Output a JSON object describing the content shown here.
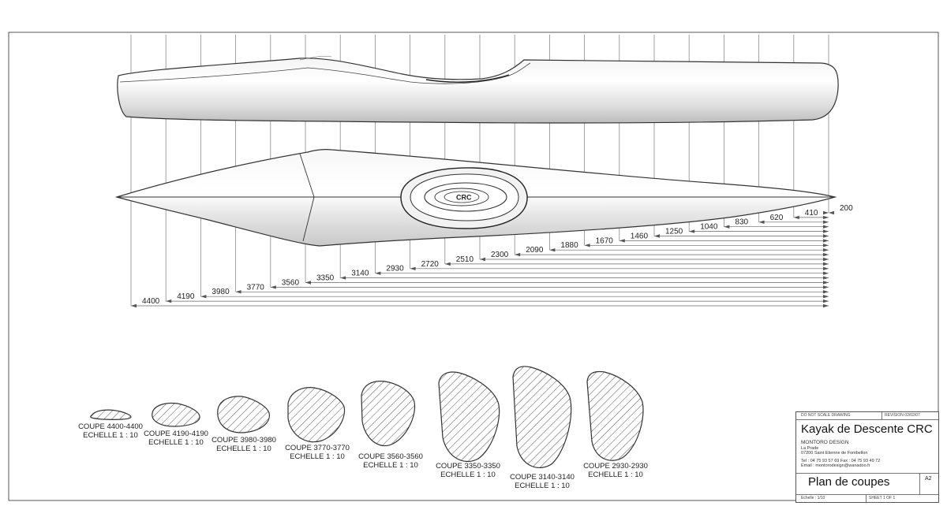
{
  "stations": [
    4400,
    4190,
    3980,
    3770,
    3560,
    3350,
    3140,
    2930,
    2720,
    2510,
    2300,
    2090,
    1880,
    1670,
    1460,
    1250,
    1040,
    830,
    620,
    410,
    200
  ],
  "dimension_labels": [
    "4400",
    "4190",
    "3980",
    "3770",
    "3560",
    "3350",
    "3140",
    "2930",
    "2720",
    "2510",
    "2300",
    "2090",
    "1880",
    "1670",
    "1460",
    "1250",
    "1040",
    "830",
    "620",
    "410",
    "200"
  ],
  "hull_logo": "CRC",
  "sections": [
    {
      "title": "COUPE 4400-4400",
      "scale": "ECHELLE 1 : 10"
    },
    {
      "title": "COUPE 4190-4190",
      "scale": "ECHELLE 1 : 10"
    },
    {
      "title": "COUPE 3980-3980",
      "scale": "ECHELLE 1 : 10"
    },
    {
      "title": "COUPE 3770-3770",
      "scale": "ECHELLE 1 : 10"
    },
    {
      "title": "COUPE 3560-3560",
      "scale": "ECHELLE 1 : 10"
    },
    {
      "title": "COUPE 3350-3350",
      "scale": "ECHELLE 1 : 10"
    },
    {
      "title": "COUPE 3140-3140",
      "scale": "ECHELLE 1 : 10"
    },
    {
      "title": "COUPE 2930-2930",
      "scale": "ECHELLE 1 : 10"
    }
  ],
  "title_block": {
    "do_not_scale": "DO NOT SCALE DRAWING",
    "revision": "REVISION 02/02/07",
    "title": "Kayak de Descente CRC",
    "company": "MONTORO DESIGN",
    "address_1": "La Prade",
    "address_2": "07200 Saint Etienne de Fontbellon",
    "phone": "Tel : 04 75 93 57 69 Fax : 04 75 93 49 72",
    "email": "Email : montorodesign@wanadoo.fr",
    "sheet_title": "Plan de coupes",
    "size": "A2",
    "scale": "Echelle : 1/10",
    "sheet": "SHEET 1 OF 1"
  },
  "colors": {
    "line": "#333333",
    "station_line": "#8a8a8a",
    "hull_light": "#ffffff",
    "hull_shade": "#cfcfcf"
  }
}
